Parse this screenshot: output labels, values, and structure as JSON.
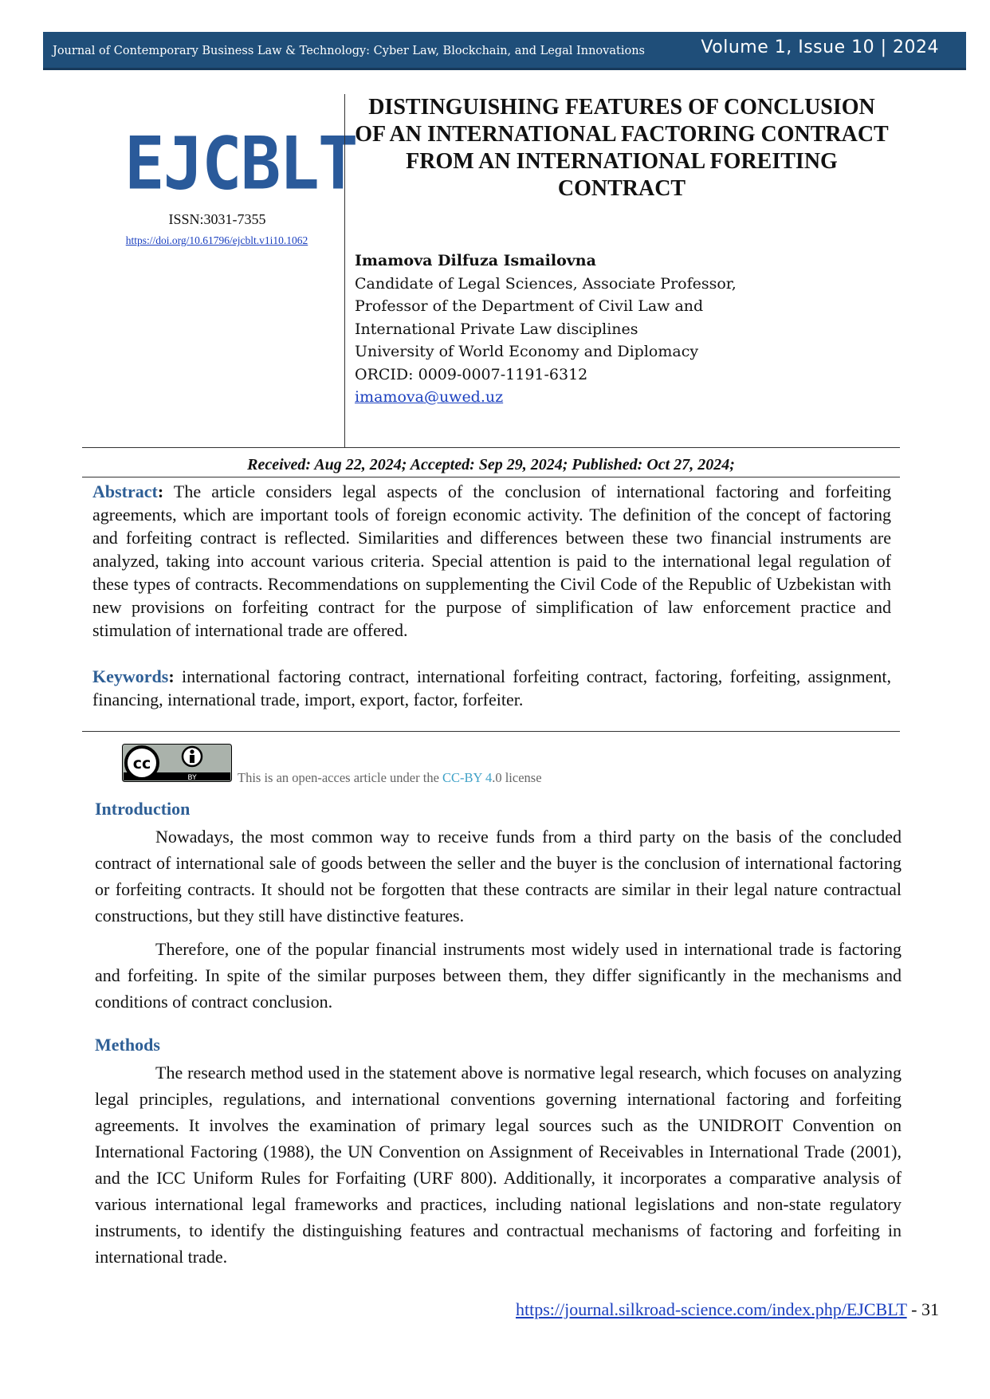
{
  "header": {
    "journal": "Journal of Contemporary Business Law & Technology: Cyber Law, Blockchain, and Legal Innovations",
    "volume": "Volume 1, Issue 10 | 2024"
  },
  "masthead": {
    "logo": "EJCBLT",
    "issn": "ISSN:3031-7355",
    "doi": "https://doi.org/10.61796/ejcblt.v1i10.1062"
  },
  "article": {
    "title": "DISTINGUISHING FEATURES OF CONCLUSION OF AN INTERNATIONAL FACTORING CONTRACT FROM AN INTERNATIONAL FOREITING CONTRACT",
    "author": "Imamova Dilfuza Ismailovna",
    "affiliation": [
      "Candidate of Legal Sciences, Associate Professor,",
      "Professor of the Department of Civil Law and",
      "International Private Law disciplines",
      "University of World Economy and Diplomacy",
      "ORCID: 0009-0007-1191-6312"
    ],
    "email": "imamova@uwed.uz",
    "dates": "Received: Aug 22, 2024; Accepted: Sep 29, 2024; Published: Oct 27, 2024;"
  },
  "abstract": {
    "label": "Abstract",
    "text": " The article considers legal aspects of the conclusion of international factoring and forfeiting agreements, which are important tools of foreign economic activity. The definition of the concept of factoring and forfeiting contract is reflected. Similarities and differences between these two financial instruments are analyzed, taking into account various criteria. Special attention is paid to the international legal regulation of these types of contracts. Recommendations on supplementing the Civil Code of the Republic of Uzbekistan with new provisions on forfeiting contract for the purpose of simplification of law enforcement practice and stimulation of international trade are offered."
  },
  "keywords": {
    "label": "Keywords",
    "text": " international factoring contract, international forfeiting contract, factoring, forfeiting, assignment, financing, international trade, import, export, factor, forfeiter."
  },
  "license": {
    "badge_cc": "cc",
    "badge_by": "BY",
    "prefix": "This is an open-acces article under the ",
    "name": "CC-BY 4",
    "suffix": ".0 license",
    "colors": {
      "cc_link": "#3fa1c7",
      "heading": "#2e5f96",
      "banner": "#1f4e79"
    }
  },
  "sections": {
    "introduction": {
      "heading": "Introduction",
      "p1": "Nowadays, the most common way to receive funds from a third party on the basis of the concluded contract of international sale of goods between the seller and the buyer is the conclusion of international factoring or forfeiting contracts. It should not be forgotten that these contracts are similar in their legal nature contractual constructions, but they still have distinctive features.",
      "p2": "Therefore, one of the popular financial instruments most widely used in international trade is factoring and forfeiting. In spite of the similar purposes between them, they differ significantly in the mechanisms and conditions of contract conclusion."
    },
    "methods": {
      "heading": "Methods",
      "p1": "The research method used in the statement above is normative legal research, which focuses on analyzing legal principles, regulations, and international conventions governing international factoring and forfeiting agreements. It involves the examination of primary legal sources such as the UNIDROIT Convention on International Factoring (1988), the UN Convention on Assignment of Receivables in International Trade (2001), and the ICC Uniform Rules for Forfaiting (URF 800). Additionally, it incorporates a comparative analysis of various international legal frameworks and practices, including national legislations and non-state regulatory instruments, to identify the distinguishing features and contractual mechanisms of factoring and forfeiting in international trade."
    }
  },
  "footer": {
    "url": "https://journal.silkroad-science.com/index.php/EJCBLT",
    "page": " - 31"
  }
}
